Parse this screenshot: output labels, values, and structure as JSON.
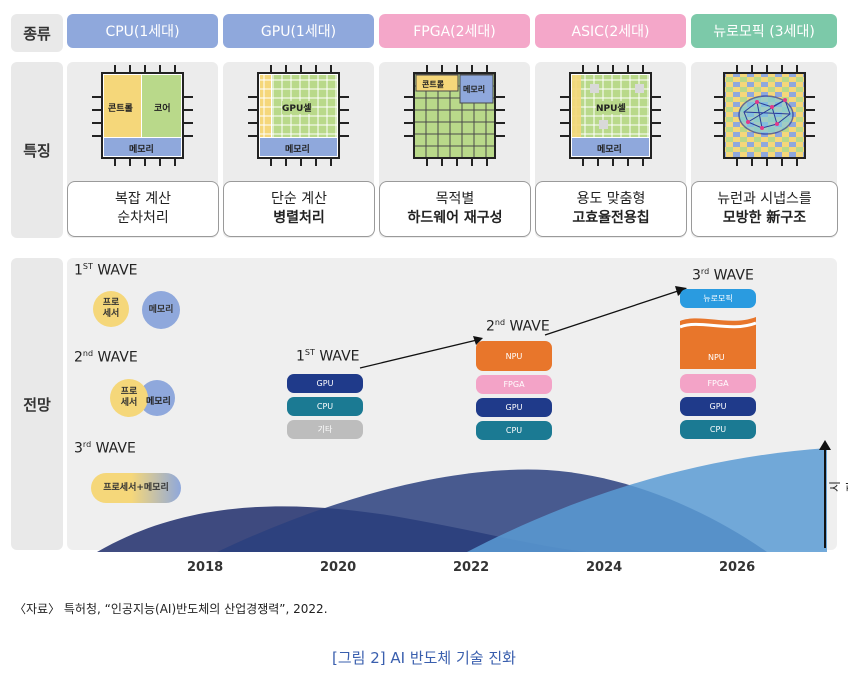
{
  "rows": {
    "type_label": "종류",
    "feature_label": "특징",
    "outlook_label": "전망"
  },
  "types": [
    {
      "label": "CPU(1세대)",
      "color": "#8fa8dc"
    },
    {
      "label": "GPU(1세대)",
      "color": "#8fa8dc"
    },
    {
      "label": "FPGA(2세대)",
      "color": "#f4a7c9"
    },
    {
      "label": "ASIC(2세대)",
      "color": "#f4a7c9"
    },
    {
      "label": "뉴로모픽 (3세대)",
      "color": "#7cc9a9"
    }
  ],
  "chips": {
    "cpu": {
      "control": "콘트롤",
      "core": "코어",
      "memory": "메모리"
    },
    "gpu": {
      "cell": "GPU셀",
      "memory": "메모리"
    },
    "fpga": {
      "control": "콘트롤",
      "memory": "메모리"
    },
    "asic": {
      "cell": "NPU셀",
      "memory": "메모리"
    }
  },
  "descriptions": [
    {
      "line1": "복잡 계산",
      "line2": "순차처리"
    },
    {
      "line1": "단순 계산",
      "line2": "병렬처리"
    },
    {
      "line1": "목적별",
      "line2": "하드웨어 재구성"
    },
    {
      "line1": "용도 맞춤형",
      "line2": "고효율전용칩"
    },
    {
      "line1": "뉴런과 시냅스를",
      "line2": "모방한 新구조"
    }
  ],
  "legend": {
    "wave1": {
      "num": "1",
      "sup": "ST",
      "text": "WAVE",
      "processor": "프로\n세서",
      "memory": "메모리"
    },
    "wave2": {
      "num": "2",
      "sup": "nd",
      "text": "WAVE",
      "processor": "프로\n세서",
      "memory": "메모리"
    },
    "wave3": {
      "num": "3",
      "sup": "rd",
      "text": "WAVE",
      "merged": "프로세서+메모리"
    }
  },
  "timeline": {
    "wave1": {
      "num": "1",
      "sup": "ST",
      "text": "WAVE",
      "items": [
        "GPU",
        "CPU",
        "기타"
      ]
    },
    "wave2": {
      "num": "2",
      "sup": "nd",
      "text": "WAVE",
      "items": [
        "NPU",
        "FPGA",
        "GPU",
        "CPU"
      ]
    },
    "wave3": {
      "num": "3",
      "sup": "rd",
      "text": "WAVE",
      "items": [
        "뉴로모픽",
        "NPU",
        "FPGA",
        "GPU",
        "CPU"
      ]
    },
    "years": [
      "2018",
      "2020",
      "2022",
      "2024",
      "2026"
    ],
    "market_label": "시장"
  },
  "colors": {
    "navy": "#1f3a8a",
    "teal": "#1b7a93",
    "orange": "#e8762b",
    "pink": "#f3a3c7",
    "gray": "#bdbdbd",
    "sky": "#2a9be0"
  },
  "source": "〈자료〉 특허청, “인공지능(AI)반도체의 산업경쟁력”, 2022.",
  "caption": "[그림 2] AI 반도체 기술 진화"
}
